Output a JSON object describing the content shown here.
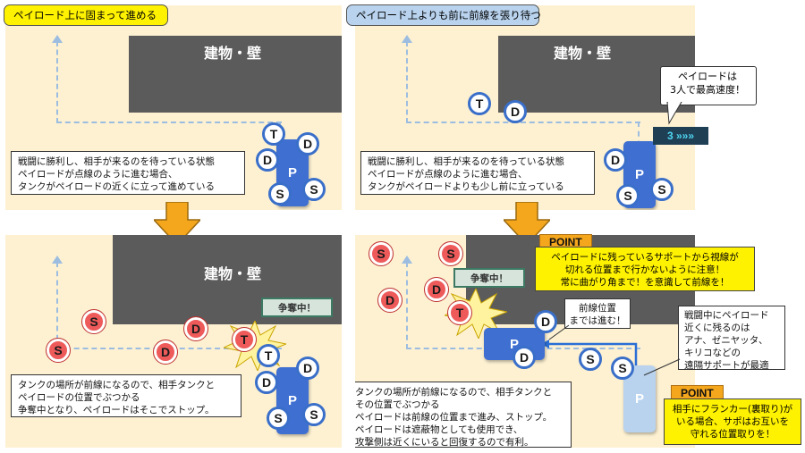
{
  "panel_tl": {
    "title": "ペイロード上に固まって進める",
    "wall_label": "建物・壁",
    "description": "戦闘に勝利し、相手が来るのを待っている状態\nペイロードが点線のように進む場合、\nタンクがペイロードの近くに立って進めている",
    "allies": [
      "T",
      "D",
      "D",
      "S",
      "S"
    ],
    "payload": "P"
  },
  "panel_tr": {
    "title": "ペイロード上よりも前に前線を張り待つ",
    "wall_label": "建物・壁",
    "speech": "ペイロードは\n3人で最高速度！",
    "speed_icon": "3 »»»",
    "description": "戦闘に勝利し、相手が来るのを待っている状態\nペイロードが点線のように進む場合、\nタンクがペイロードよりも少し前に立っている",
    "allies": [
      "T",
      "D",
      "D",
      "S",
      "S"
    ],
    "payload": "P"
  },
  "panel_bl": {
    "wall_label": "建物・壁",
    "contest_label": "争奪中！",
    "description": "タンクの場所が前線になるので、相手タンクと\nペイロードの位置でぶつかる\n争奪中となり、ペイロードはそこでストップ。",
    "enemies": [
      "S",
      "S",
      "D",
      "D",
      "T"
    ],
    "allies": [
      "T",
      "D",
      "D",
      "S",
      "S"
    ],
    "payload": "P"
  },
  "panel_br": {
    "contest_label": "争奪中！",
    "point1_badge": "POINT",
    "point1_text": "ペイロードに残っているサポートから視線が\n切れる位置まで行かないように注意！\n常に曲がり角まで！を意識して前線を！",
    "frontline_note": "前線位置\nまでは進む！",
    "support_note": "戦闘中にペイロード\n近くに残るのは\nアナ、ゼニヤッタ、\nキリコなどの\n遠隔サポートが最適",
    "point2_badge": "POINT",
    "point2_text": "相手にフランカー(裏取り)が\nいる場合、サポはお互いを\n守れる位置取りを！",
    "description": "タンクの場所が前線になるので、相手タンクと\nその位置でぶつかる\nペイロードは前線の位置まで進み、ストップ。\nペイロードは遮蔽物としても使用でき、\n攻撃側は近くにいると回復するので有利。",
    "enemies": [
      "S",
      "S",
      "D",
      "D",
      "T"
    ],
    "allies": [
      "D",
      "D",
      "S",
      "S"
    ],
    "payload": "P",
    "payload_ghost": "P"
  },
  "colors": {
    "floor": "#fdf1d2",
    "wall": "#5b5b5b",
    "ally_ring": "#3a6fc9",
    "enemy": "#ee5a5a",
    "payload": "#3f6fd1",
    "arrow": "#f4a61c",
    "title_left_bg": "#fff200",
    "title_right_bg": "#b9d3ee",
    "point_badge": "#f4a61c",
    "note_yellow": "#fff200"
  }
}
